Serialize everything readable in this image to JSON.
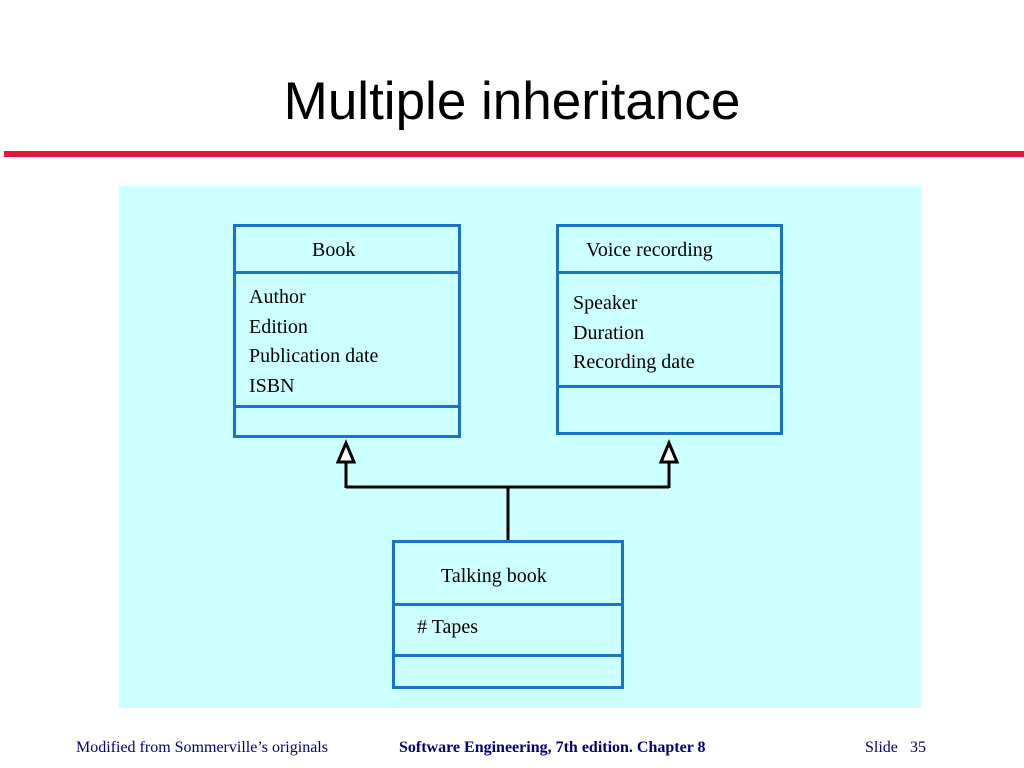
{
  "title": "Multiple inheritance",
  "colors": {
    "accent_rule": "#e0193c",
    "footer_text": "#00007a",
    "panel_bg": "#ccffff",
    "class_border": "#1a73c8",
    "connector": "#000000"
  },
  "diagram": {
    "classes": [
      {
        "name": "Book",
        "attributes": [
          "Author",
          "Edition",
          "Publication date",
          "ISBN"
        ]
      },
      {
        "name": "Voice recording",
        "attributes": [
          "Speaker",
          "Duration",
          "Recording date"
        ]
      },
      {
        "name": "Talking book",
        "attributes": [
          "# Tapes"
        ]
      }
    ],
    "relations": [
      {
        "type": "generalization",
        "from": "Talking book",
        "to": "Book"
      },
      {
        "type": "generalization",
        "from": "Talking book",
        "to": "Voice recording"
      }
    ]
  },
  "footer": {
    "left": "Modified from Sommerville’s originals",
    "center": "Software Engineering, 7th edition. Chapter 8",
    "slide_label": "Slide",
    "slide_number": "35"
  }
}
